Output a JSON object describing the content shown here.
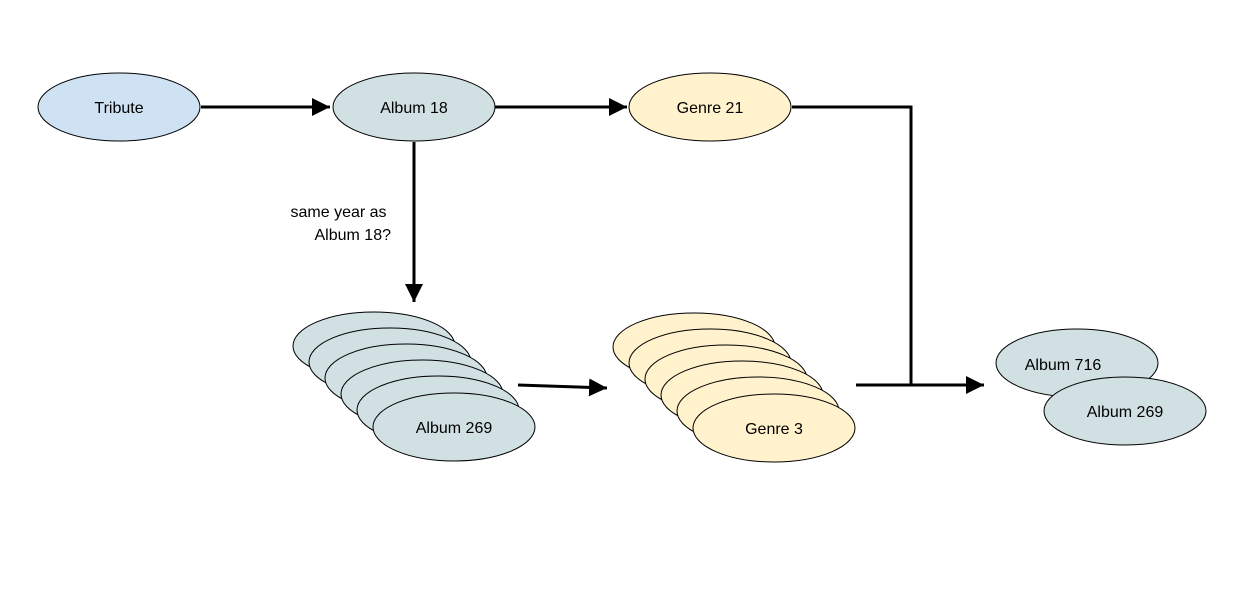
{
  "colors": {
    "tribute_fill": "#cfe2f3",
    "album_fill": "#d0e0e3",
    "genre_fill": "#fff2cc",
    "stroke": "#000000"
  },
  "nodes": {
    "tribute": {
      "label": "Tribute"
    },
    "album_18": {
      "label": "Album 18"
    },
    "genre_21": {
      "label": "Genre 21"
    },
    "album_stack": {
      "label": "Album 269"
    },
    "genre_stack": {
      "label": "Genre 3"
    },
    "result_album_716": {
      "label": "Album 716"
    },
    "result_album_269": {
      "label": "Album 269"
    }
  },
  "edges": {
    "album18_to_stack_label_line1": "same year as",
    "album18_to_stack_label_line2": "Album 18?"
  }
}
